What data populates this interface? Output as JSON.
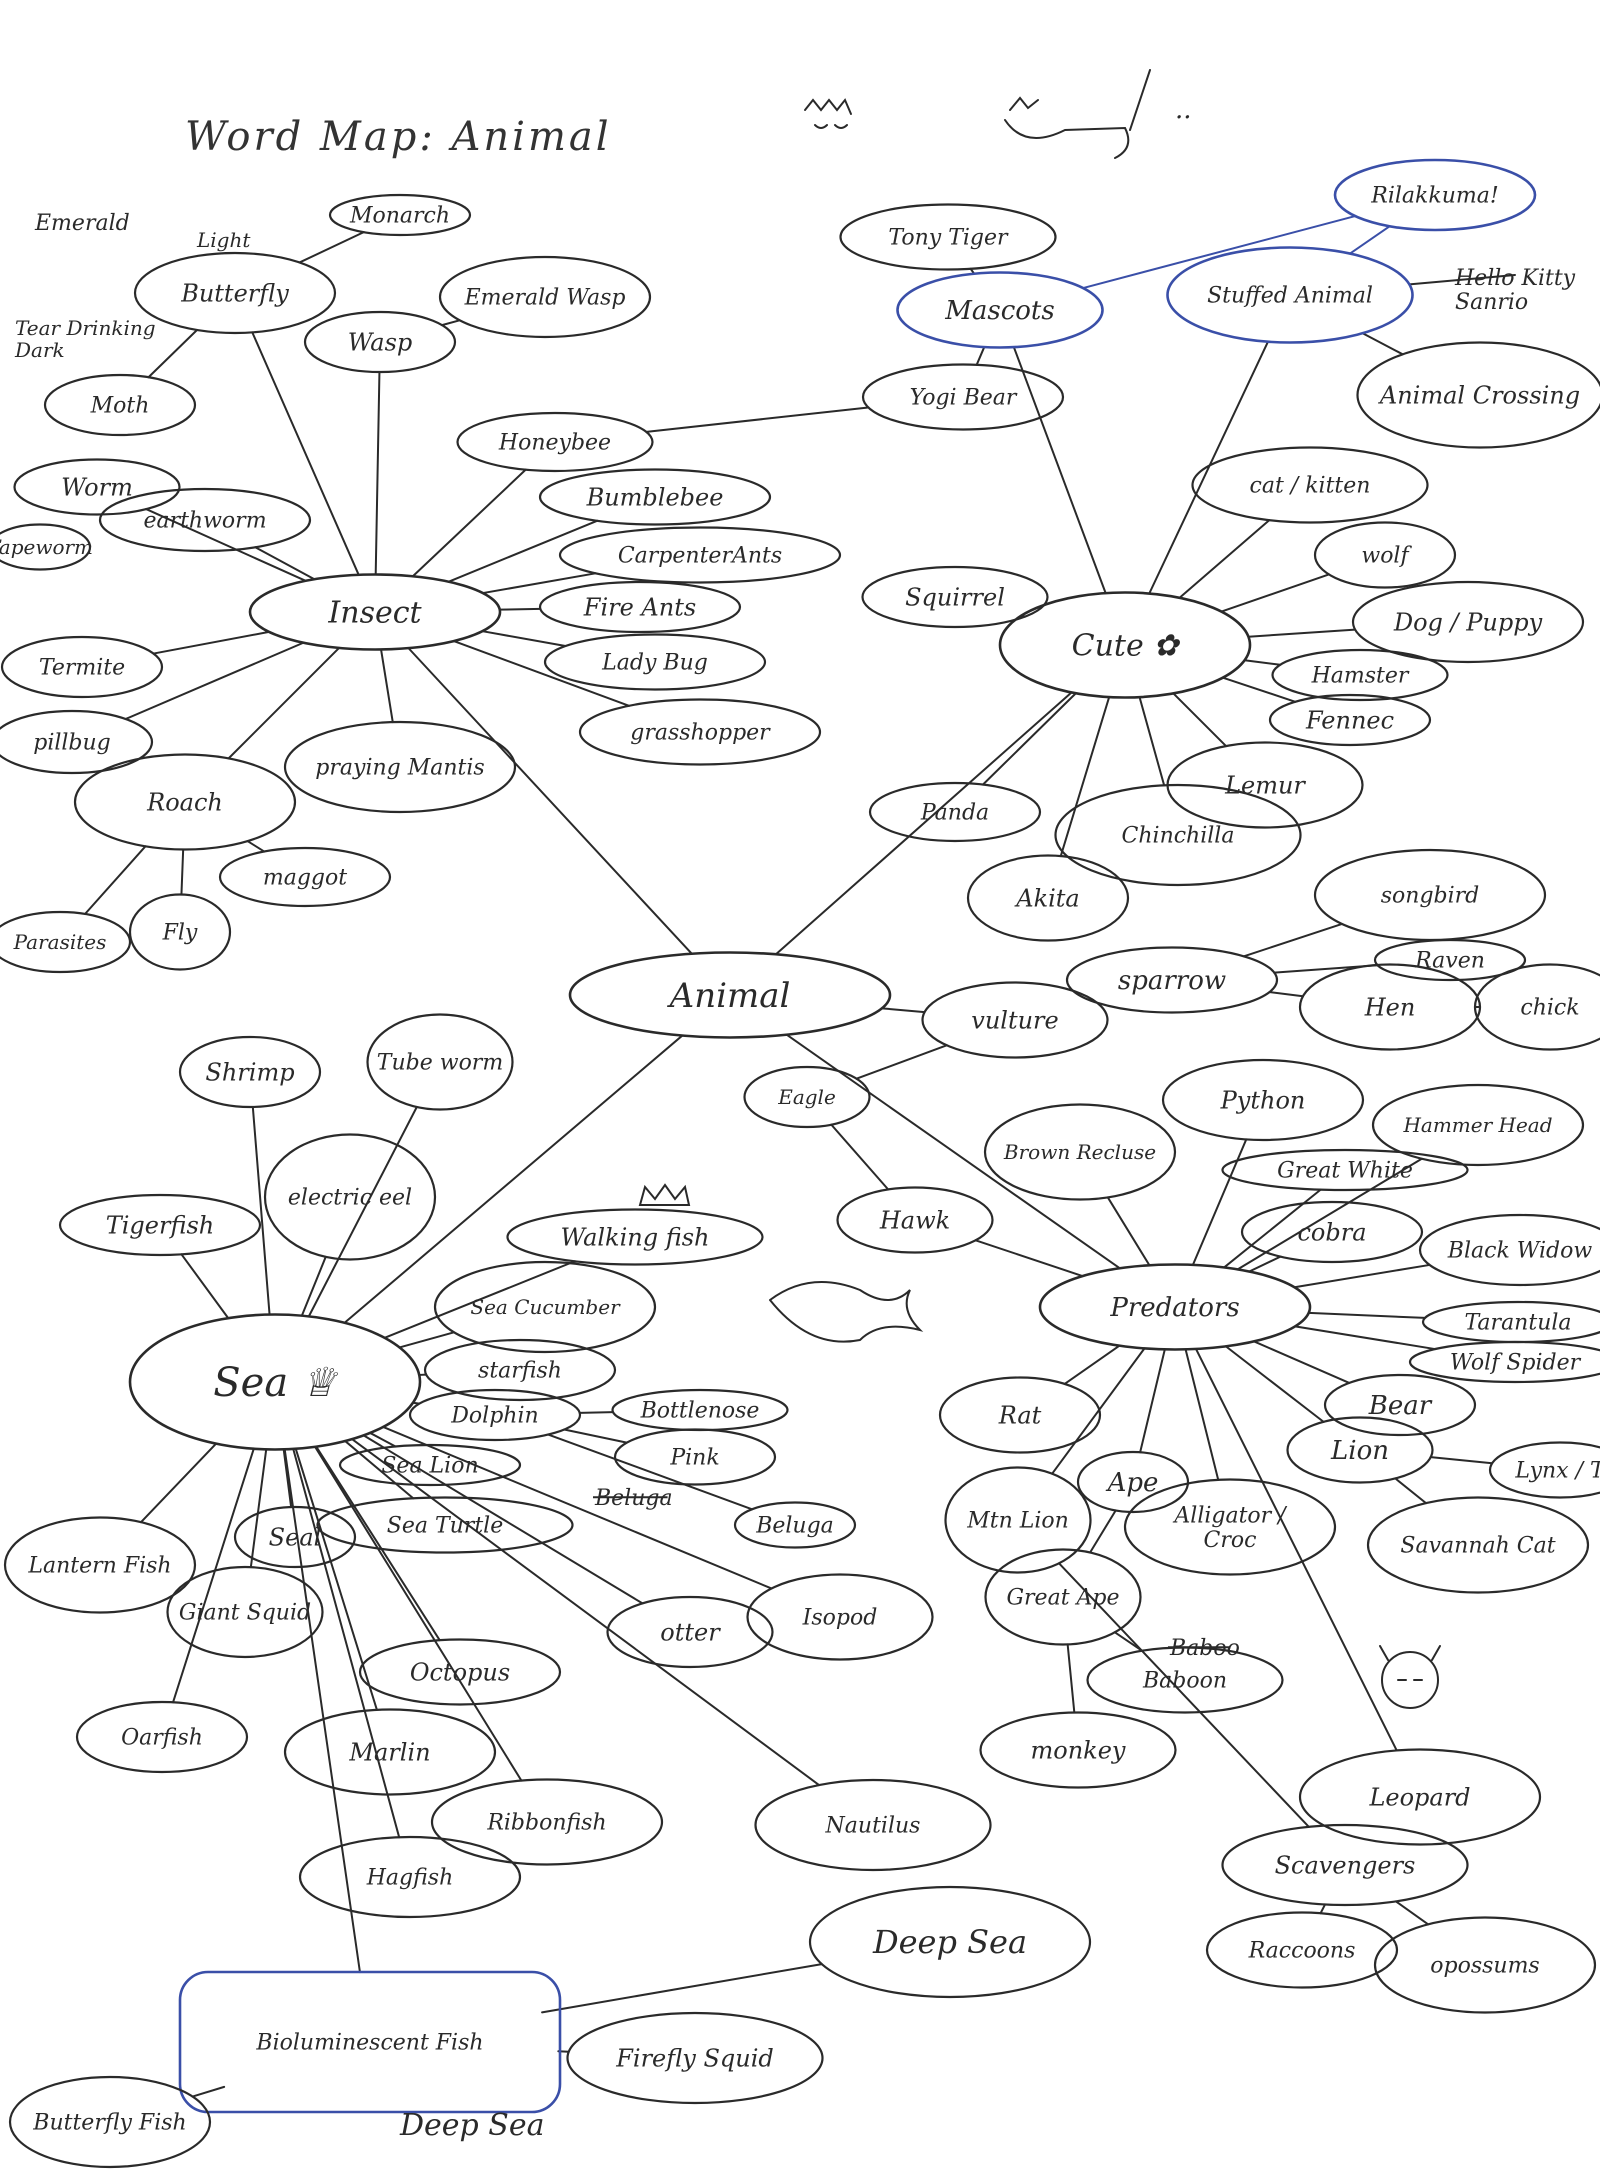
{
  "title": "Word Map: Animal",
  "nodes": [
    {
      "id": "animal",
      "label": "Animal",
      "hub": true
    },
    {
      "id": "insect",
      "label": "Insect",
      "hub": true
    },
    {
      "id": "cute",
      "label": "Cute ✿",
      "hub": true
    },
    {
      "id": "sea",
      "label": "Sea ♕",
      "hub": true
    },
    {
      "id": "predators",
      "label": "Predators",
      "hub": true
    },
    {
      "id": "butterfly",
      "label": "Butterfly"
    },
    {
      "id": "monarch",
      "label": "Monarch"
    },
    {
      "id": "moth",
      "label": "Moth"
    },
    {
      "id": "wasp",
      "label": "Wasp"
    },
    {
      "id": "emerald-wasp",
      "label": "Emerald Wasp"
    },
    {
      "id": "worm",
      "label": "Worm"
    },
    {
      "id": "tapeworm",
      "label": "Tapeworm"
    },
    {
      "id": "earthworm",
      "label": "earthworm"
    },
    {
      "id": "termite",
      "label": "Termite"
    },
    {
      "id": "pillbug",
      "label": "pillbug"
    },
    {
      "id": "roach",
      "label": "Roach"
    },
    {
      "id": "praying-mantis",
      "label": "praying Mantis"
    },
    {
      "id": "maggot",
      "label": "maggot"
    },
    {
      "id": "parasites",
      "label": "Parasites"
    },
    {
      "id": "fly",
      "label": "Fly"
    },
    {
      "id": "honeybee",
      "label": "Honeybee"
    },
    {
      "id": "bumblebee",
      "label": "Bumblebee"
    },
    {
      "id": "carpenter-ants",
      "label": "CarpenterAnts"
    },
    {
      "id": "fire-ants",
      "label": "Fire Ants"
    },
    {
      "id": "lady-bug",
      "label": "Lady Bug"
    },
    {
      "id": "grasshopper",
      "label": "grasshopper"
    },
    {
      "id": "tony-tiger",
      "label": "Tony Tiger"
    },
    {
      "id": "mascots",
      "label": "Mascots",
      "blue": true
    },
    {
      "id": "yogi-bear",
      "label": "Yogi Bear"
    },
    {
      "id": "rilakkuma",
      "label": "Rilakkuma!",
      "blue": true
    },
    {
      "id": "stuffed-animal",
      "label": "Stuffed Animal",
      "blue": true
    },
    {
      "id": "animal-crossing",
      "label": "Animal Crossing"
    },
    {
      "id": "cat-kitten",
      "label": "cat / kitten"
    },
    {
      "id": "wolf",
      "label": "wolf"
    },
    {
      "id": "dog-puppy",
      "label": "Dog / Puppy"
    },
    {
      "id": "squirrel",
      "label": "Squirrel"
    },
    {
      "id": "hamster",
      "label": "Hamster"
    },
    {
      "id": "fennec",
      "label": "Fennec"
    },
    {
      "id": "lemur",
      "label": "Lemur"
    },
    {
      "id": "panda",
      "label": "Panda"
    },
    {
      "id": "chinchilla",
      "label": "Chinchilla"
    },
    {
      "id": "akita",
      "label": "Akita"
    },
    {
      "id": "songbird",
      "label": "songbird"
    },
    {
      "id": "raven",
      "label": "Raven"
    },
    {
      "id": "sparrow",
      "label": "sparrow"
    },
    {
      "id": "hen",
      "label": "Hen"
    },
    {
      "id": "chick",
      "label": "chick"
    },
    {
      "id": "vulture",
      "label": "vulture"
    },
    {
      "id": "eagle",
      "label": "Eagle"
    },
    {
      "id": "hawk",
      "label": "Hawk"
    },
    {
      "id": "brown-recluse",
      "label": "Brown Recluse"
    },
    {
      "id": "python",
      "label": "Python"
    },
    {
      "id": "hammerhead",
      "label": "Hammer Head"
    },
    {
      "id": "great-white",
      "label": "Great White"
    },
    {
      "id": "cobra",
      "label": "cobra"
    },
    {
      "id": "black-widow",
      "label": "Black Widow"
    },
    {
      "id": "tarantula",
      "label": "Tarantula"
    },
    {
      "id": "wolf-spider",
      "label": "Wolf Spider"
    },
    {
      "id": "bear",
      "label": "Bear"
    },
    {
      "id": "lion",
      "label": "Lion"
    },
    {
      "id": "lynx",
      "label": "Lynx / T"
    },
    {
      "id": "savannah-cat",
      "label": "Savannah Cat"
    },
    {
      "id": "rat",
      "label": "Rat"
    },
    {
      "id": "ape",
      "label": "Ape"
    },
    {
      "id": "mtn-lion",
      "label": "Mtn Lion"
    },
    {
      "id": "alligator",
      "label": "Alligator / Croc"
    },
    {
      "id": "great-ape",
      "label": "Great Ape"
    },
    {
      "id": "baboon",
      "label": "Baboon"
    },
    {
      "id": "monkey",
      "label": "monkey"
    },
    {
      "id": "leopard",
      "label": "Leopard"
    },
    {
      "id": "scavengers",
      "label": "Scavengers"
    },
    {
      "id": "raccoons",
      "label": "Raccoons"
    },
    {
      "id": "opossums",
      "label": "opossums"
    },
    {
      "id": "shrimp",
      "label": "Shrimp"
    },
    {
      "id": "tube-worm",
      "label": "Tube worm"
    },
    {
      "id": "electric-eel",
      "label": "electric eel"
    },
    {
      "id": "tigerfish",
      "label": "Tigerfish"
    },
    {
      "id": "walking-fish",
      "label": "Walking fish"
    },
    {
      "id": "sea-cucumber",
      "label": "Sea Cucumber"
    },
    {
      "id": "starfish",
      "label": "starfish"
    },
    {
      "id": "dolphin",
      "label": "Dolphin"
    },
    {
      "id": "bottlenose",
      "label": "Bottlenose"
    },
    {
      "id": "pink",
      "label": "Pink"
    },
    {
      "id": "beluga",
      "label": "Beluga"
    },
    {
      "id": "sea-lion",
      "label": "Sea Lion"
    },
    {
      "id": "sea-turtle",
      "label": "Sea Turtle"
    },
    {
      "id": "seal",
      "label": "Seal"
    },
    {
      "id": "lantern-fish",
      "label": "Lantern Fish"
    },
    {
      "id": "giant-squid",
      "label": "Giant Squid"
    },
    {
      "id": "octopus",
      "label": "Octopus"
    },
    {
      "id": "otter",
      "label": "otter"
    },
    {
      "id": "isopod",
      "label": "Isopod"
    },
    {
      "id": "oarfish",
      "label": "Oarfish"
    },
    {
      "id": "marlin",
      "label": "Marlin"
    },
    {
      "id": "ribbonfish",
      "label": "Ribbonfish"
    },
    {
      "id": "hagfish",
      "label": "Hagfish"
    },
    {
      "id": "nautilus",
      "label": "Nautilus"
    },
    {
      "id": "deep-sea-node",
      "label": "Deep Sea"
    },
    {
      "id": "bioluminescent-fish",
      "label": "Bioluminescent Fish",
      "blue": true
    },
    {
      "id": "firefly-squid",
      "label": "Firefly Squid"
    },
    {
      "id": "butterfly-fish",
      "label": "Butterfly Fish"
    }
  ],
  "free_labels": [
    {
      "id": "emerald-note",
      "text": "Emerald"
    },
    {
      "id": "light-note",
      "text": "Light"
    },
    {
      "id": "tear-drinking-note",
      "text": "Tear Drinking Dark"
    },
    {
      "id": "hello-kitty-note",
      "text": "Hello Kitty Sanrio"
    },
    {
      "id": "deep-sea-note",
      "text": "Deep Sea"
    },
    {
      "id": "beluga-struck",
      "text": "Beluga"
    },
    {
      "id": "baboon-struck",
      "text": "Baboo"
    }
  ]
}
